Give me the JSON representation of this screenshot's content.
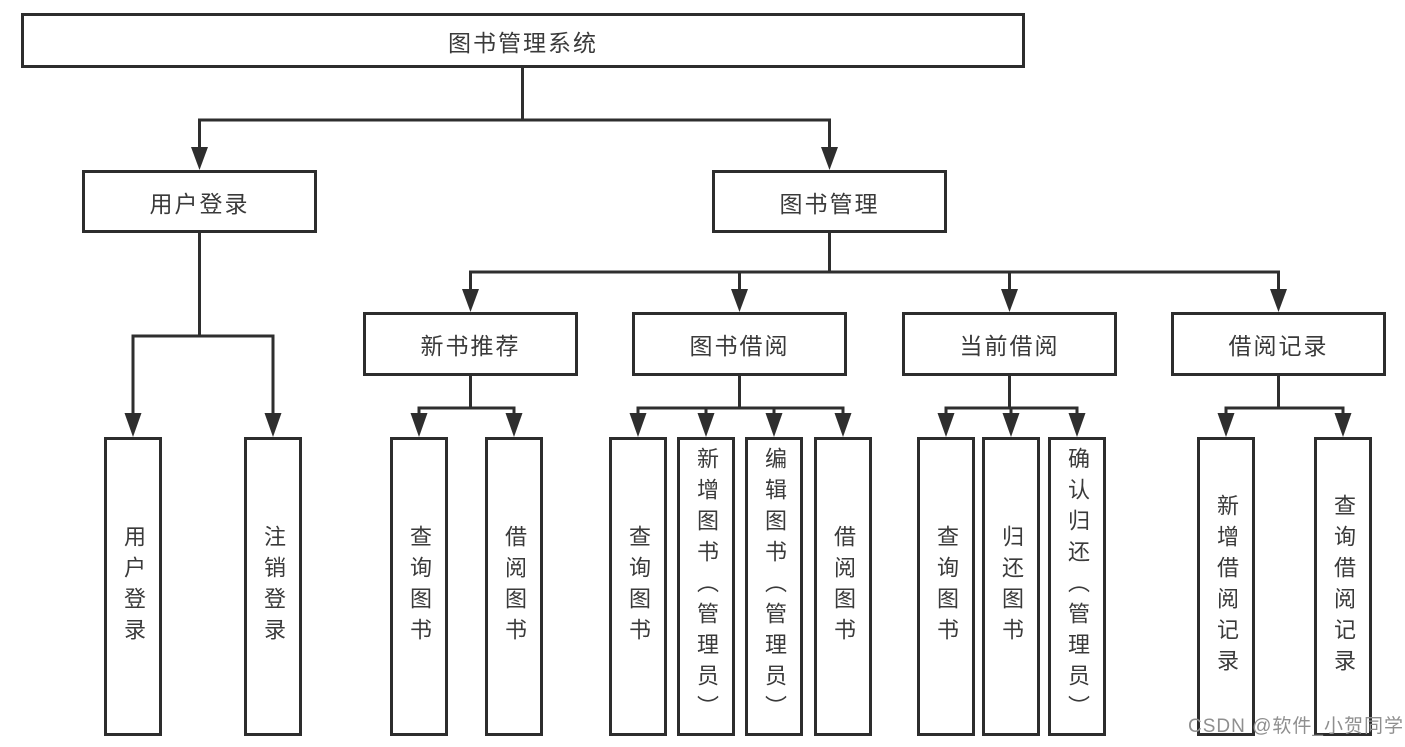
{
  "root": {
    "label": "图书管理系统"
  },
  "branches": [
    {
      "label": "用户登录",
      "leaves": [
        "用户登录",
        "注销登录"
      ]
    },
    {
      "label": "图书管理",
      "groups": [
        {
          "label": "新书推荐",
          "leaves": [
            "查询图书",
            "借阅图书"
          ]
        },
        {
          "label": "图书借阅",
          "leaves": [
            "查询图书",
            "新增图书（管理员）",
            "编辑图书（管理员）",
            "借阅图书"
          ]
        },
        {
          "label": "当前借阅",
          "leaves": [
            "查询图书",
            "归还图书",
            "确认归还（管理员）"
          ]
        },
        {
          "label": "借阅记录",
          "leaves": [
            "新增借阅记录",
            "查询借阅记录"
          ]
        }
      ]
    }
  ],
  "watermark": "CSDN @软件_小贺同学",
  "colors": {
    "line": "#2e2e2e",
    "box_border": "#2d2d2d",
    "text": "#3a3a3a",
    "watermark": "#8f8f8f",
    "background": "#ffffff"
  }
}
